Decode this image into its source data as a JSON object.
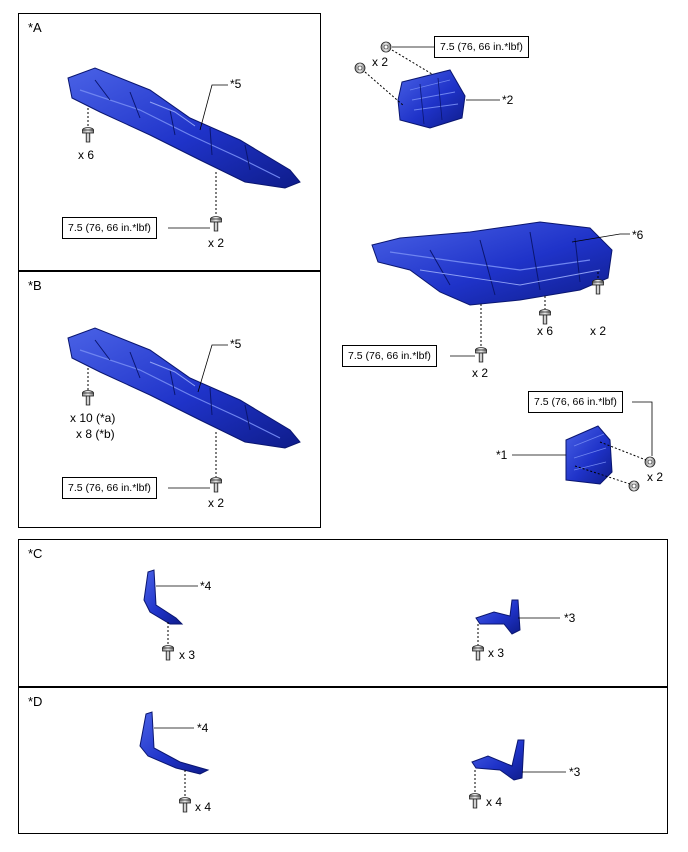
{
  "panels": {
    "a": "*A",
    "b": "*B",
    "c": "*C",
    "d": "*D"
  },
  "parts": {
    "p1": "*1",
    "p2": "*2",
    "p3": "*3",
    "p4": "*4",
    "p5": "*5",
    "p6": "*6"
  },
  "torque": "7.5 (76, 66 in.*lbf)",
  "counts": {
    "x2": "x 2",
    "x3": "x 3",
    "x4": "x 4",
    "x6": "x 6",
    "x10a": "x 10 (*a)",
    "x8b": "x 8 (*b)"
  },
  "colors": {
    "part_blue": "#1f33c9",
    "part_dark": "#0e1c8a",
    "part_light": "#4a62e6"
  }
}
